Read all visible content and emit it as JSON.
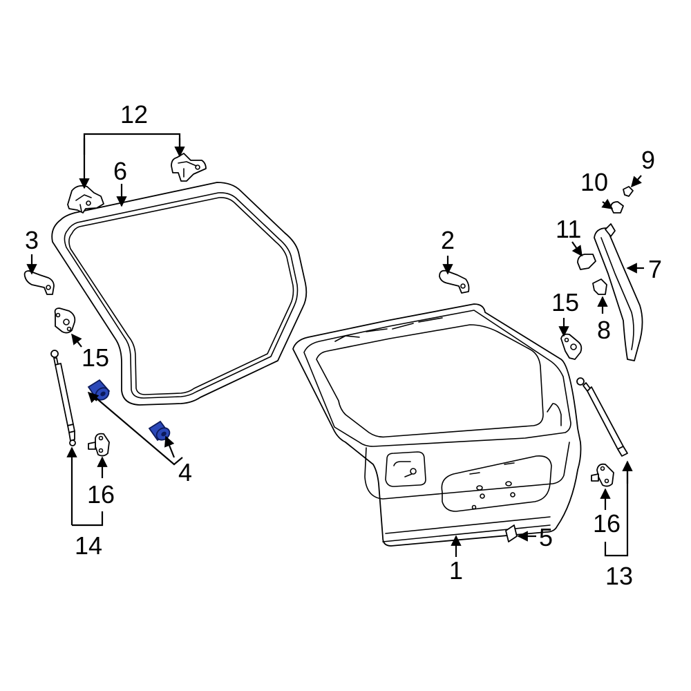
{
  "colors": {
    "highlight": "#2b48b8",
    "line": "#000000",
    "background": "#ffffff"
  },
  "callouts": {
    "c1": "1",
    "c2": "2",
    "c3": "3",
    "c4": "4",
    "c5": "5",
    "c6": "6",
    "c7": "7",
    "c8": "8",
    "c9": "9",
    "c10": "10",
    "c11": "11",
    "c12": "12",
    "c13": "13",
    "c14": "14",
    "c15_left": "15",
    "c15_right": "15",
    "c16_left": "16",
    "c16_right": "16"
  },
  "highlighted_part": "4"
}
